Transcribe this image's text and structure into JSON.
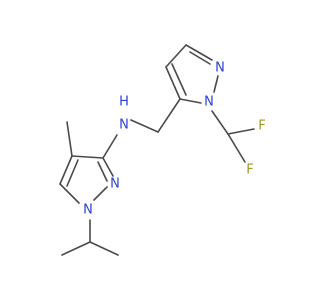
{
  "molecule": {
    "atoms": {
      "nh": "N",
      "h": "H",
      "n1_left": "N",
      "n2_left": "N",
      "n1_right": "N",
      "n2_right": "N",
      "f_top": "F",
      "f_bottom": "F"
    },
    "colors": {
      "bond": "#4a4a4a",
      "nitrogen": "#2c3fd1",
      "fluorine": "#9a9a2a"
    }
  }
}
